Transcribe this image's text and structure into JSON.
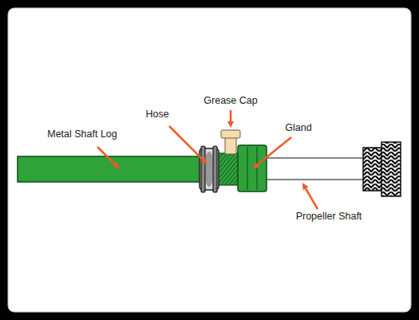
{
  "diagram": {
    "labels": [
      "Metal Shaft Log",
      "Hose",
      "Grease Cap",
      "Gland",
      "Propeller Shaft"
    ]
  }
}
